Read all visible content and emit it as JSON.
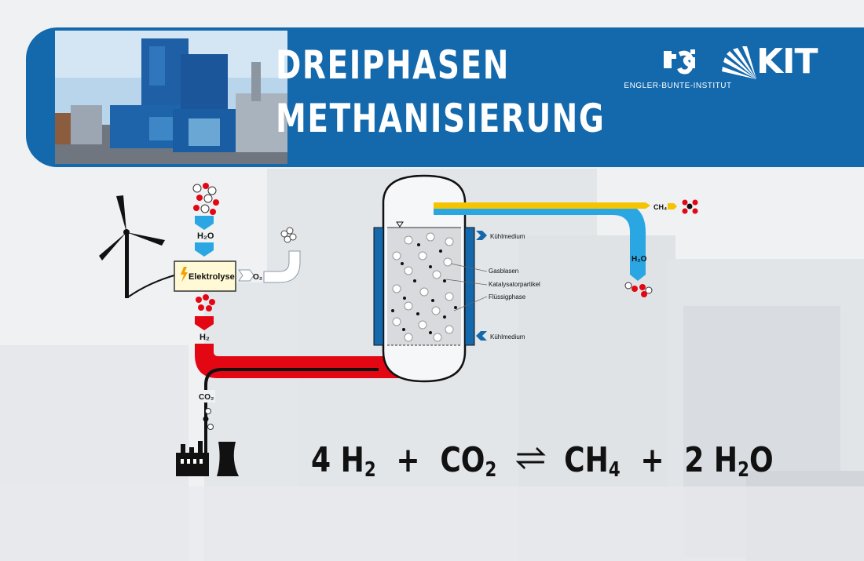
{
  "header": {
    "title_line1": "DREIPHASEN",
    "title_line2": "METHANISIERUNG",
    "institute_name": "ENGLER-BUNTE-INSTITUT",
    "institute_logo_text": "eʃi",
    "university_logo_text": "KIT",
    "accent_color": "#1468ac"
  },
  "diagram": {
    "water_in_label": "H₂O",
    "electrolysis_label": "Elektrolyse",
    "oxygen_label": "O₂",
    "hydrogen_label": "H₂",
    "co2_label": "CO₂",
    "methane_label": "CH₄",
    "water_out_label": "H₂O",
    "coolant_top_label": "Kühlmedium",
    "coolant_bottom_label": "Kühlmedium",
    "gas_bubbles_label": "Gasblasen",
    "catalyst_label": "Katalysatorpartikel",
    "liquid_label": "Flüssigphase",
    "colors": {
      "hydrogen": "#e30613",
      "methane": "#f5c400",
      "water": "#2aa7e2",
      "co2": "#1a1a1a",
      "coolant": "#1468ac",
      "electrolysis_box": "#fff9d6"
    }
  },
  "equation": {
    "reactant1_coef": "4 H",
    "reactant1_sub": "2",
    "plus1": "+",
    "reactant2": "CO",
    "reactant2_sub": "2",
    "product1": "CH",
    "product1_sub": "4",
    "plus2": "+",
    "product2_coef": "2 H",
    "product2_sub": "2",
    "product2_end": "O"
  }
}
